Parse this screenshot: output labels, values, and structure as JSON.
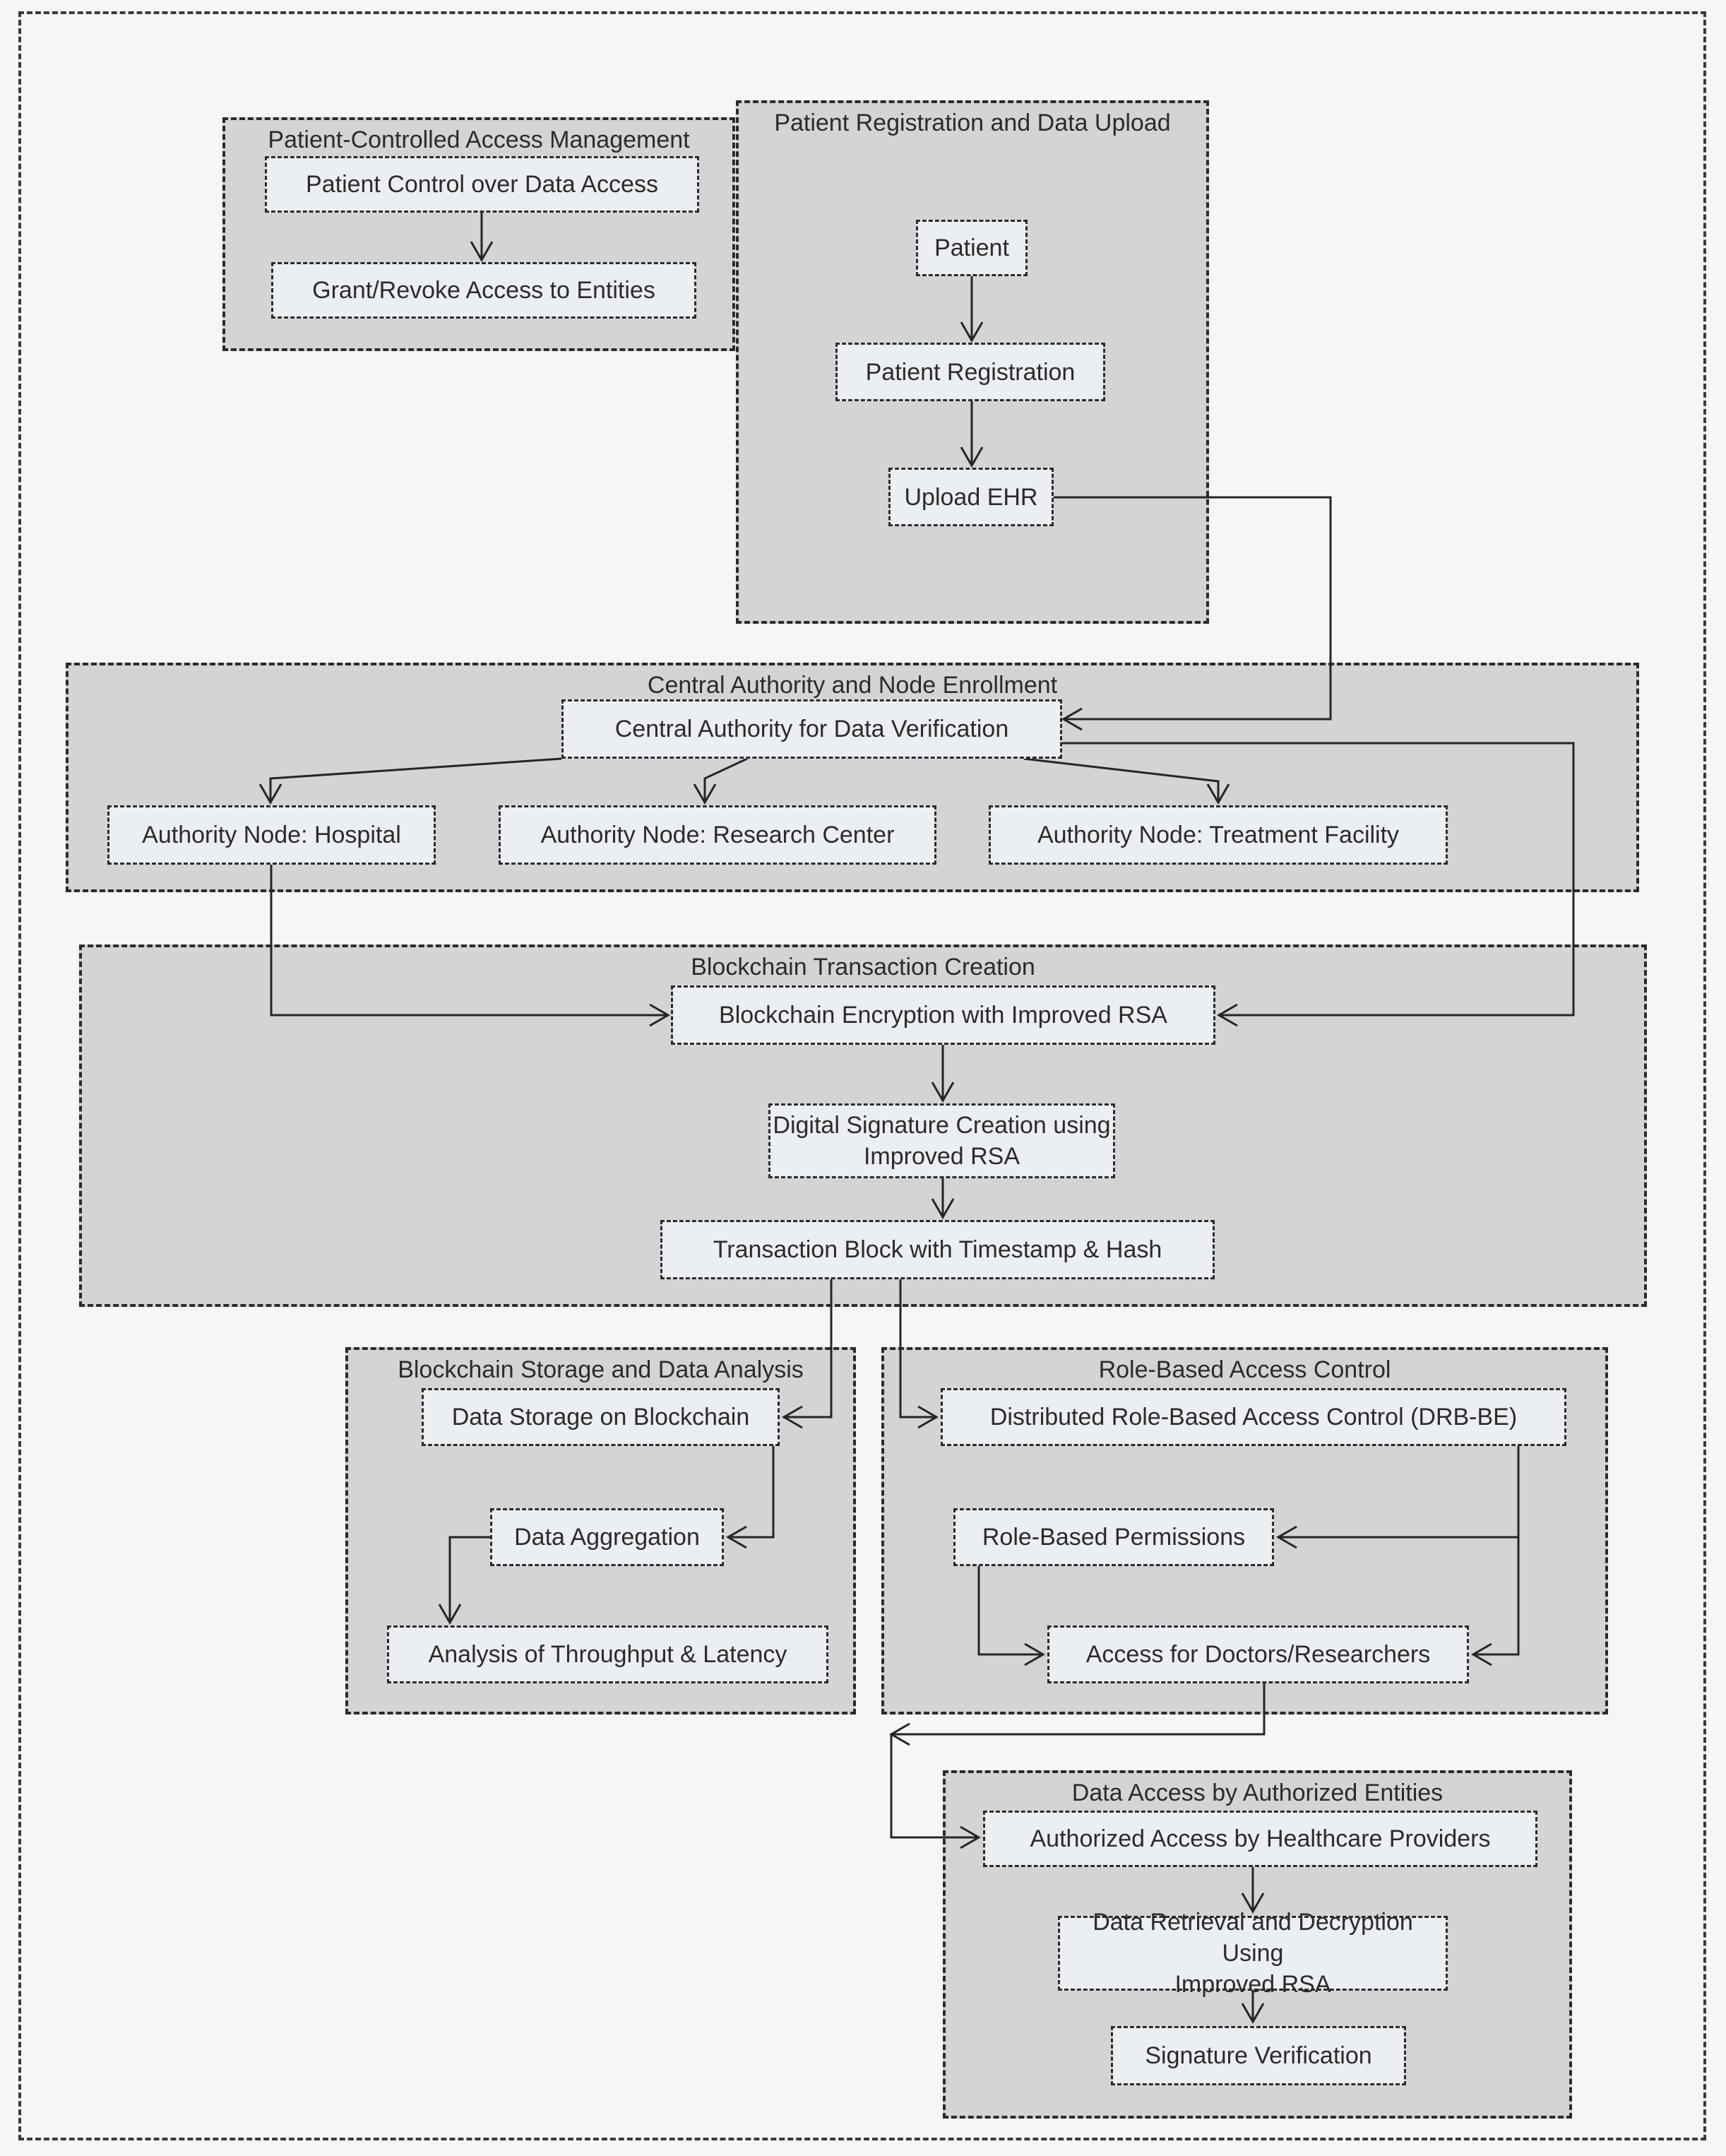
{
  "colors": {
    "page-bg": "#f5f6f8",
    "cluster-fill": "#d4d4d4",
    "node-fill": "#ebeef2",
    "line": "#252525"
  },
  "clusters": {
    "pcam": {
      "title": "Patient-Controlled Access Management"
    },
    "prdu": {
      "title": "Patient Registration and Data Upload"
    },
    "cane": {
      "title": "Central Authority and Node Enrollment"
    },
    "btc": {
      "title": "Blockchain Transaction Creation"
    },
    "bsda": {
      "title": "Blockchain Storage and Data Analysis"
    },
    "rbac": {
      "title": "Role-Based Access Control"
    },
    "daae": {
      "title": "Data Access by Authorized Entities"
    }
  },
  "nodes": {
    "patient_control": {
      "label": "Patient Control over Data Access"
    },
    "grant_revoke": {
      "label": "Grant/Revoke Access to Entities"
    },
    "patient": {
      "label": "Patient"
    },
    "patient_reg": {
      "label": "Patient Registration"
    },
    "upload_ehr": {
      "label": "Upload EHR"
    },
    "central_authority": {
      "label": "Central Authority for Data Verification"
    },
    "node_hospital": {
      "label": "Authority Node: Hospital"
    },
    "node_research": {
      "label": "Authority Node: Research Center"
    },
    "node_treatment": {
      "label": "Authority Node: Treatment Facility"
    },
    "bc_encryption": {
      "label": "Blockchain Encryption with Improved RSA"
    },
    "digital_signature": {
      "label": "Digital Signature Creation using\nImproved RSA"
    },
    "transaction_block": {
      "label": "Transaction Block with Timestamp & Hash"
    },
    "data_storage": {
      "label": "Data Storage on Blockchain"
    },
    "data_aggregation": {
      "label": "Data Aggregation"
    },
    "analysis": {
      "label": "Analysis of Throughput & Latency"
    },
    "drbbe": {
      "label": "Distributed Role-Based Access Control (DRB-BE)"
    },
    "role_permissions": {
      "label": "Role-Based Permissions"
    },
    "access_doctors": {
      "label": "Access for Doctors/Researchers"
    },
    "authorized_access": {
      "label": "Authorized Access by Healthcare Providers"
    },
    "data_retrieval": {
      "label": "Data Retrieval and Decryption Using\nImproved RSA"
    },
    "sig_verification": {
      "label": "Signature Verification"
    }
  },
  "edges": [
    {
      "from": "Patient Control over Data Access",
      "to": "Grant/Revoke Access to Entities"
    },
    {
      "from": "Patient",
      "to": "Patient Registration"
    },
    {
      "from": "Patient Registration",
      "to": "Upload EHR"
    },
    {
      "from": "Upload EHR",
      "to": "Central Authority for Data Verification"
    },
    {
      "from": "Central Authority for Data Verification",
      "to": "Authority Node: Hospital"
    },
    {
      "from": "Central Authority for Data Verification",
      "to": "Authority Node: Research Center"
    },
    {
      "from": "Central Authority for Data Verification",
      "to": "Authority Node: Treatment Facility"
    },
    {
      "from": "Authority Node: Hospital",
      "to": "Blockchain Encryption with Improved RSA"
    },
    {
      "from": "Central Authority for Data Verification",
      "to": "Blockchain Encryption with Improved RSA"
    },
    {
      "from": "Blockchain Encryption with Improved RSA",
      "to": "Digital Signature Creation using Improved RSA"
    },
    {
      "from": "Digital Signature Creation using Improved RSA",
      "to": "Transaction Block with Timestamp & Hash"
    },
    {
      "from": "Transaction Block with Timestamp & Hash",
      "to": "Data Storage on Blockchain"
    },
    {
      "from": "Transaction Block with Timestamp & Hash",
      "to": "Distributed Role-Based Access Control (DRB-BE)"
    },
    {
      "from": "Data Storage on Blockchain",
      "to": "Data Aggregation"
    },
    {
      "from": "Data Aggregation",
      "to": "Analysis of Throughput & Latency"
    },
    {
      "from": "Distributed Role-Based Access Control (DRB-BE)",
      "to": "Role-Based Permissions"
    },
    {
      "from": "Distributed Role-Based Access Control (DRB-BE)",
      "to": "Access for Doctors/Researchers"
    },
    {
      "from": "Role-Based Permissions",
      "to": "Access for Doctors/Researchers"
    },
    {
      "from": "Access for Doctors/Researchers",
      "to": "Authorized Access by Healthcare Providers"
    },
    {
      "from": "Authorized Access by Healthcare Providers",
      "to": "Data Retrieval and Decryption Using Improved RSA"
    },
    {
      "from": "Data Retrieval and Decryption Using Improved RSA",
      "to": "Signature Verification"
    }
  ]
}
